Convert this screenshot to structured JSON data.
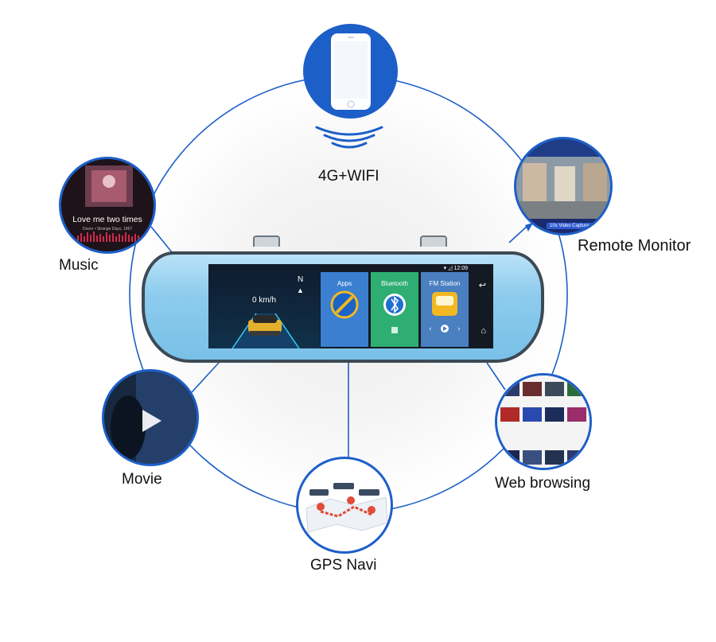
{
  "features": {
    "wifi": "4G+WIFI",
    "remote": "Remote Monitor",
    "music": "Music",
    "movie": "Movie",
    "gps": "GPS Navi",
    "web": "Web browsing"
  },
  "music_card": {
    "title": "Love me two times",
    "subtitle": "Doors • Strange Days, 1967"
  },
  "remote_card": {
    "caption": "10s Video Capture"
  },
  "screen": {
    "time": "12:09",
    "speed": "0 km/h",
    "compass": "N",
    "tiles": [
      "Apps",
      "Bluetooth",
      "FM Station"
    ]
  },
  "colors": {
    "accent_blue": "#1d5fc9",
    "mirror_blue": "#8ccbed",
    "apps_tile": "#3a7fd0",
    "bluetooth_tile": "#2fae73",
    "fm_tile": "#4a7fc0"
  }
}
